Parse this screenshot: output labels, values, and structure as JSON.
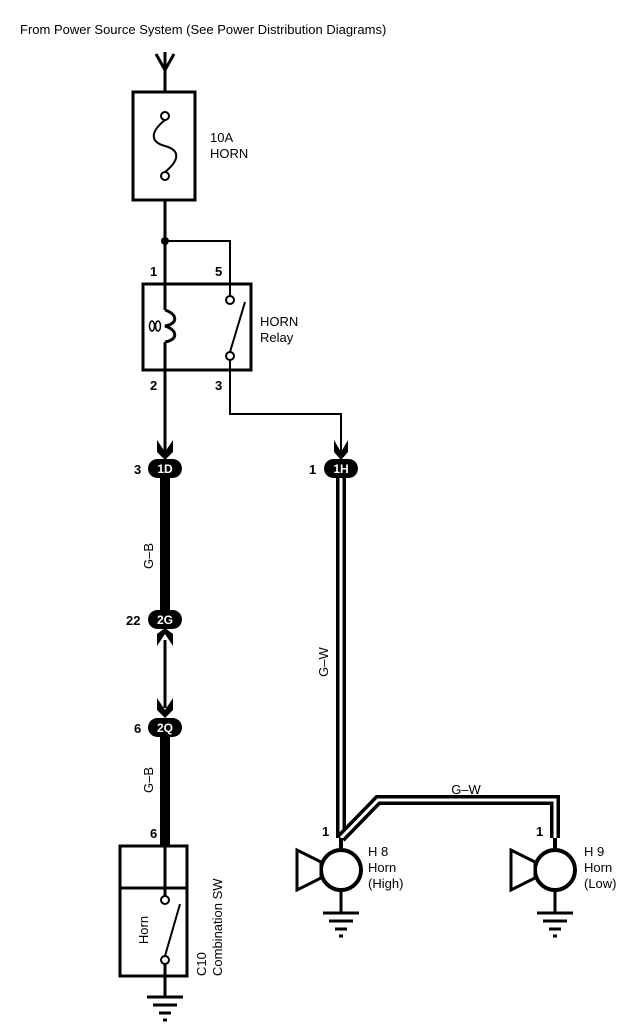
{
  "header": {
    "source_text": "From Power Source System (See Power Distribution Diagrams)"
  },
  "fuse": {
    "rating": "10A",
    "name": "HORN"
  },
  "relay": {
    "name_line1": "HORN",
    "name_line2": "Relay",
    "pins": [
      "1",
      "5",
      "2",
      "3"
    ]
  },
  "connectors": {
    "c1d": {
      "pin": "3",
      "id": "1D"
    },
    "c1h": {
      "pin": "1",
      "id": "1H"
    },
    "c2g": {
      "pin": "22",
      "id": "2G"
    },
    "c2q": {
      "pin": "6",
      "id": "2Q"
    }
  },
  "wires": {
    "gb_upper": "G–B",
    "gb_lower": "G–B",
    "gw_vertical": "G–W",
    "gw_horizontal": "G–W"
  },
  "combination_switch": {
    "pin": "6",
    "switch_label": "Horn",
    "code": "C10",
    "name": "Combination SW"
  },
  "horn_high": {
    "pin": "1",
    "code": "H 8",
    "name": "Horn",
    "variant": "(High)"
  },
  "horn_low": {
    "pin": "1",
    "code": "H 9",
    "name": "Horn",
    "variant": "(Low)"
  }
}
